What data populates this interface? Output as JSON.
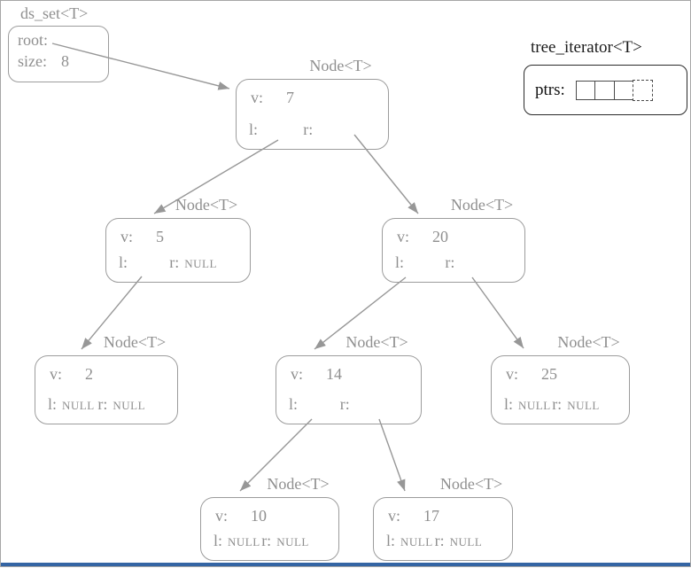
{
  "page": {
    "set_label": "ds_set<T>",
    "root_box": {
      "root_label": "root:",
      "size_label": "size:",
      "size_value": "8"
    },
    "iterator": {
      "title": "tree_iterator<T>",
      "ptrs_label": "ptrs:"
    },
    "nodes": [
      {
        "title": "Node<T>",
        "v_label": "v:",
        "value": "7",
        "l_label": "l:",
        "l_value": "",
        "r_label": "r:",
        "r_value": ""
      },
      {
        "title": "Node<T>",
        "v_label": "v:",
        "value": "5",
        "l_label": "l:",
        "l_value": "",
        "r_label": "r:",
        "r_value": "NULL"
      },
      {
        "title": "Node<T>",
        "v_label": "v:",
        "value": "20",
        "l_label": "l:",
        "l_value": "",
        "r_label": "r:",
        "r_value": ""
      },
      {
        "title": "Node<T>",
        "v_label": "v:",
        "value": "2",
        "l_label": "l:",
        "l_value": "NULL",
        "r_label": "r:",
        "r_value": "NULL"
      },
      {
        "title": "Node<T>",
        "v_label": "v:",
        "value": "14",
        "l_label": "l:",
        "l_value": "",
        "r_label": "r:",
        "r_value": ""
      },
      {
        "title": "Node<T>",
        "v_label": "v:",
        "value": "25",
        "l_label": "l:",
        "l_value": "NULL",
        "r_label": "r:",
        "r_value": "NULL"
      },
      {
        "title": "Node<T>",
        "v_label": "v:",
        "value": "10",
        "l_label": "l:",
        "l_value": "NULL",
        "r_label": "r:",
        "r_value": "NULL"
      },
      {
        "title": "Node<T>",
        "v_label": "v:",
        "value": "17",
        "l_label": "l:",
        "l_value": "NULL",
        "r_label": "r:",
        "r_value": "NULL"
      }
    ],
    "colors": {
      "diagram_gray": "#8f8f8f",
      "iterator_black": "#1c1c1c",
      "bottom_bar_blue": "#3465a4"
    }
  }
}
